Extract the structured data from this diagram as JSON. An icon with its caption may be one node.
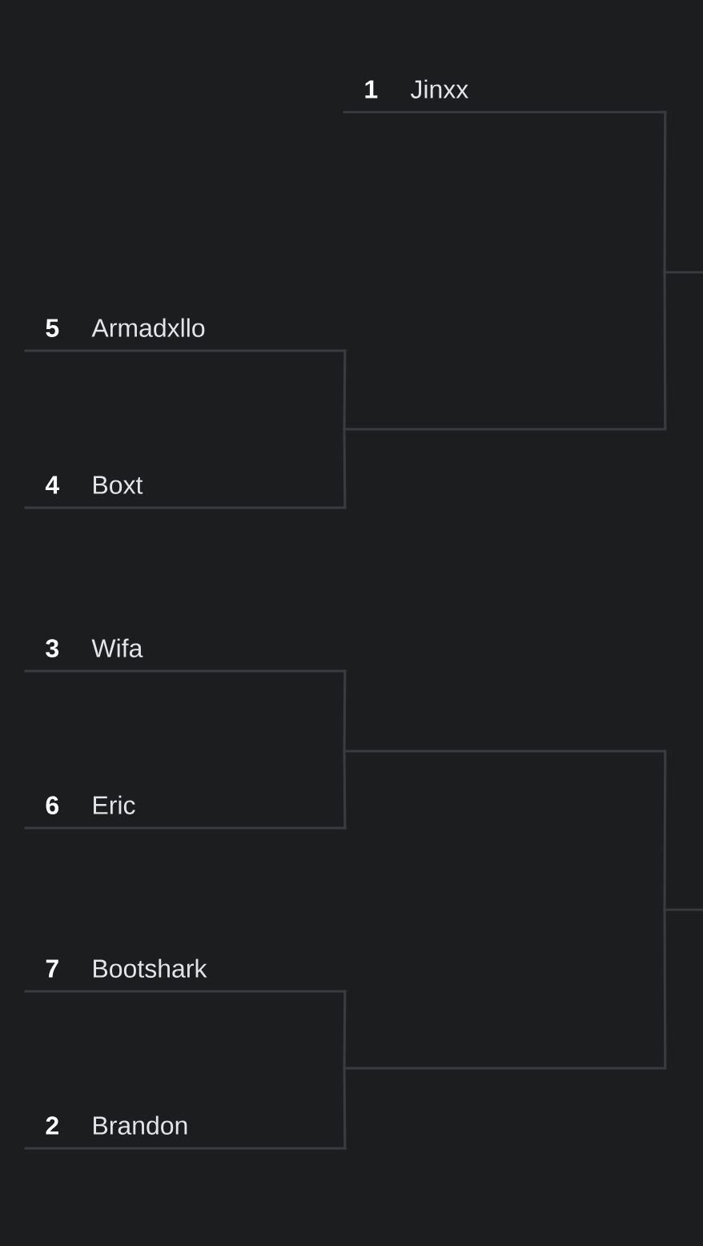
{
  "diagram": {
    "nodes": [
      {
        "text": [
          "1",
          "Jinxx"
        ]
      },
      {
        "text": [
          "5",
          "Armadxllo"
        ]
      },
      {
        "text": [
          "4",
          "Boxt"
        ]
      },
      {
        "text": [
          "3",
          "Wifa"
        ]
      },
      {
        "text": [
          "6",
          "Eric"
        ]
      },
      {
        "text": [
          "7",
          "Bootshark"
        ]
      },
      {
        "text": [
          "2",
          "Brandon"
        ]
      },
      {
        "text": [],
        "shape": "line"
      },
      {
        "text": [],
        "shape": "line"
      },
      {
        "text": [],
        "shape": "line"
      },
      {
        "text": [],
        "shape": "line"
      },
      {
        "text": [],
        "shape": "line"
      }
    ],
    "edges": [
      {
        "from": 1,
        "to": 7,
        "arrow": "none"
      },
      {
        "from": 2,
        "to": 7,
        "arrow": "none"
      },
      {
        "from": 3,
        "to": 8,
        "arrow": "none"
      },
      {
        "from": 4,
        "to": 8,
        "arrow": "none"
      },
      {
        "from": 5,
        "to": 9,
        "arrow": "none"
      },
      {
        "from": 6,
        "to": 9,
        "arrow": "none"
      },
      {
        "from": 0,
        "to": 10,
        "arrow": "none"
      },
      {
        "from": 7,
        "to": 10,
        "arrow": "none"
      },
      {
        "from": 8,
        "to": 11,
        "arrow": "none"
      },
      {
        "from": 9,
        "to": 11,
        "arrow": "none"
      }
    ]
  }
}
